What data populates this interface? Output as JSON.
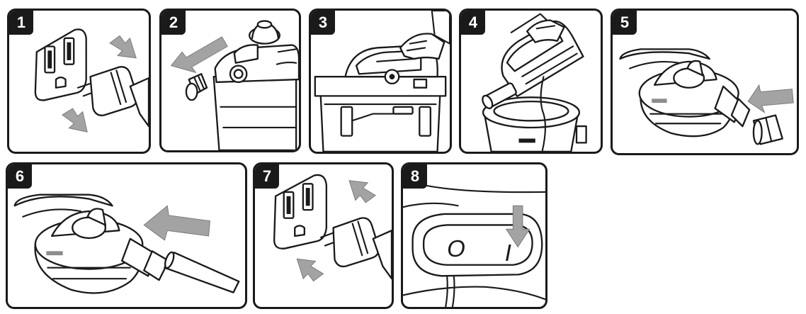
{
  "steps": [
    {
      "number": "1",
      "illustration": "unplug-cord"
    },
    {
      "number": "2",
      "illustration": "remove-hose-from-vacuum"
    },
    {
      "number": "3",
      "illustration": "unlatch-powerhead"
    },
    {
      "number": "4",
      "illustration": "lift-powerhead-off-drum"
    },
    {
      "number": "5",
      "illustration": "attach-adapter-to-blower"
    },
    {
      "number": "6",
      "illustration": "attach-nozzle-to-blower"
    },
    {
      "number": "7",
      "illustration": "plug-in-cord"
    },
    {
      "number": "8",
      "illustration": "turn-switch-on"
    }
  ],
  "switch": {
    "off_label": "O",
    "on_label": "I"
  },
  "colors": {
    "outline": "#1a1a1a",
    "arrow": "#a3a3a3",
    "badge": "#1a1a1a"
  }
}
